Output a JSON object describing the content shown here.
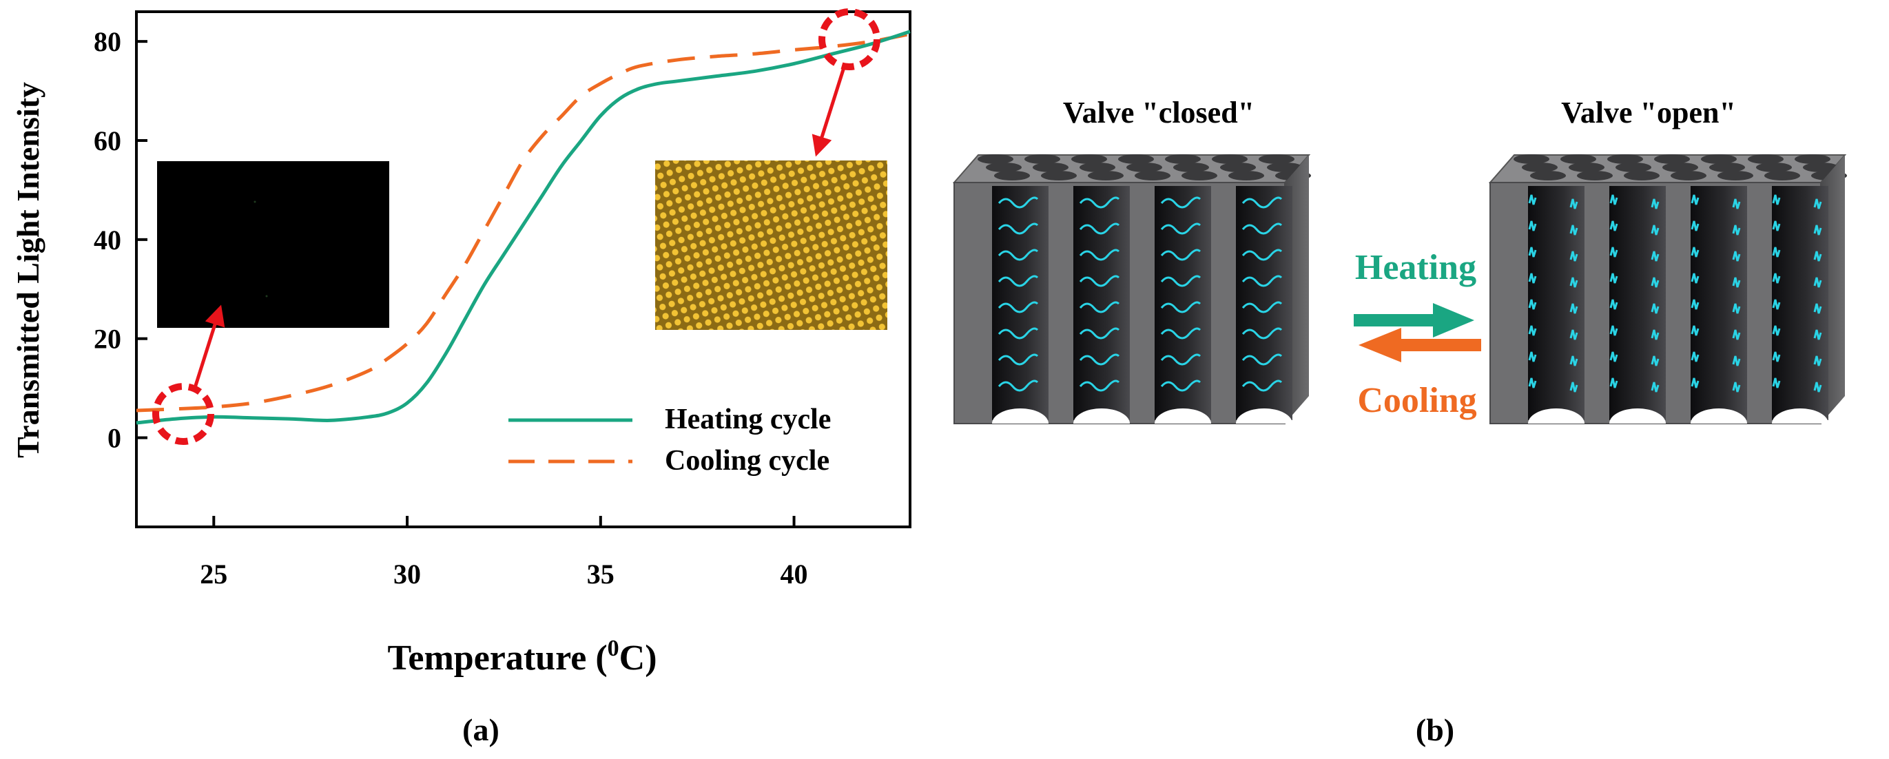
{
  "panel_a": {
    "label": "(a)",
    "xlabel_main": "Temperature (",
    "xlabel_sup": "0",
    "xlabel_end": "C)",
    "ylabel": "Transmitted Light Intensity"
  },
  "panel_b": {
    "label": "(b)",
    "closed_title": "Valve \"closed\"",
    "open_title": "Valve \"open\"",
    "heating_label": "Heating",
    "cooling_label": "Cooling"
  },
  "colors": {
    "heating": "#1aa682",
    "cooling": "#ef6a22",
    "marker": "#e8141b",
    "block": "#6f6f71",
    "polymer": "#2ad4e6",
    "grid_dot": "#f2c335",
    "grid_bg": "#8c6b14"
  },
  "icons": [
    "arrow-right-icon",
    "arrow-left-icon",
    "dashed-circle-marker-icon"
  ],
  "chart_data": {
    "type": "line",
    "xlabel": "Temperature (0C)",
    "ylabel": "Transmitted Light Intensity",
    "xlim": [
      23,
      43
    ],
    "ylim": [
      -18,
      86
    ],
    "xticks": [
      25,
      30,
      35,
      40
    ],
    "yticks": [
      0,
      20,
      40,
      60,
      80
    ],
    "legend_position": "bottom-right",
    "grid": false,
    "series": [
      {
        "name": "Heating cycle",
        "style": "solid",
        "x": [
          23,
          24,
          25,
          26,
          27,
          28,
          29,
          29.5,
          30,
          30.5,
          31,
          31.5,
          32,
          32.5,
          33,
          33.5,
          34,
          34.5,
          35,
          35.5,
          36,
          36.5,
          37,
          38,
          39,
          40,
          41,
          42,
          43
        ],
        "y": [
          3,
          3.8,
          4.2,
          4,
          3.8,
          3.5,
          4.2,
          5,
          7,
          11,
          17,
          24,
          31,
          37,
          43,
          49,
          55,
          60,
          65,
          68.5,
          70.5,
          71.5,
          72,
          73,
          74,
          75.5,
          77.5,
          79.5,
          82
        ]
      },
      {
        "name": "Cooling cycle",
        "style": "dashed",
        "x": [
          23,
          24,
          25,
          26,
          27,
          28,
          29,
          29.5,
          30,
          30.5,
          31,
          31.5,
          32,
          32.5,
          33,
          33.5,
          34,
          34.5,
          35,
          35.5,
          36,
          37,
          38,
          39,
          40,
          41,
          42,
          43
        ],
        "y": [
          5.5,
          5.8,
          6.2,
          7,
          8.5,
          10.5,
          13.5,
          16,
          19,
          23,
          29,
          35,
          42,
          49,
          56,
          61,
          65,
          69,
          71.5,
          73.5,
          75,
          76.3,
          77,
          77.5,
          78.3,
          79,
          80,
          81.5
        ]
      }
    ]
  }
}
